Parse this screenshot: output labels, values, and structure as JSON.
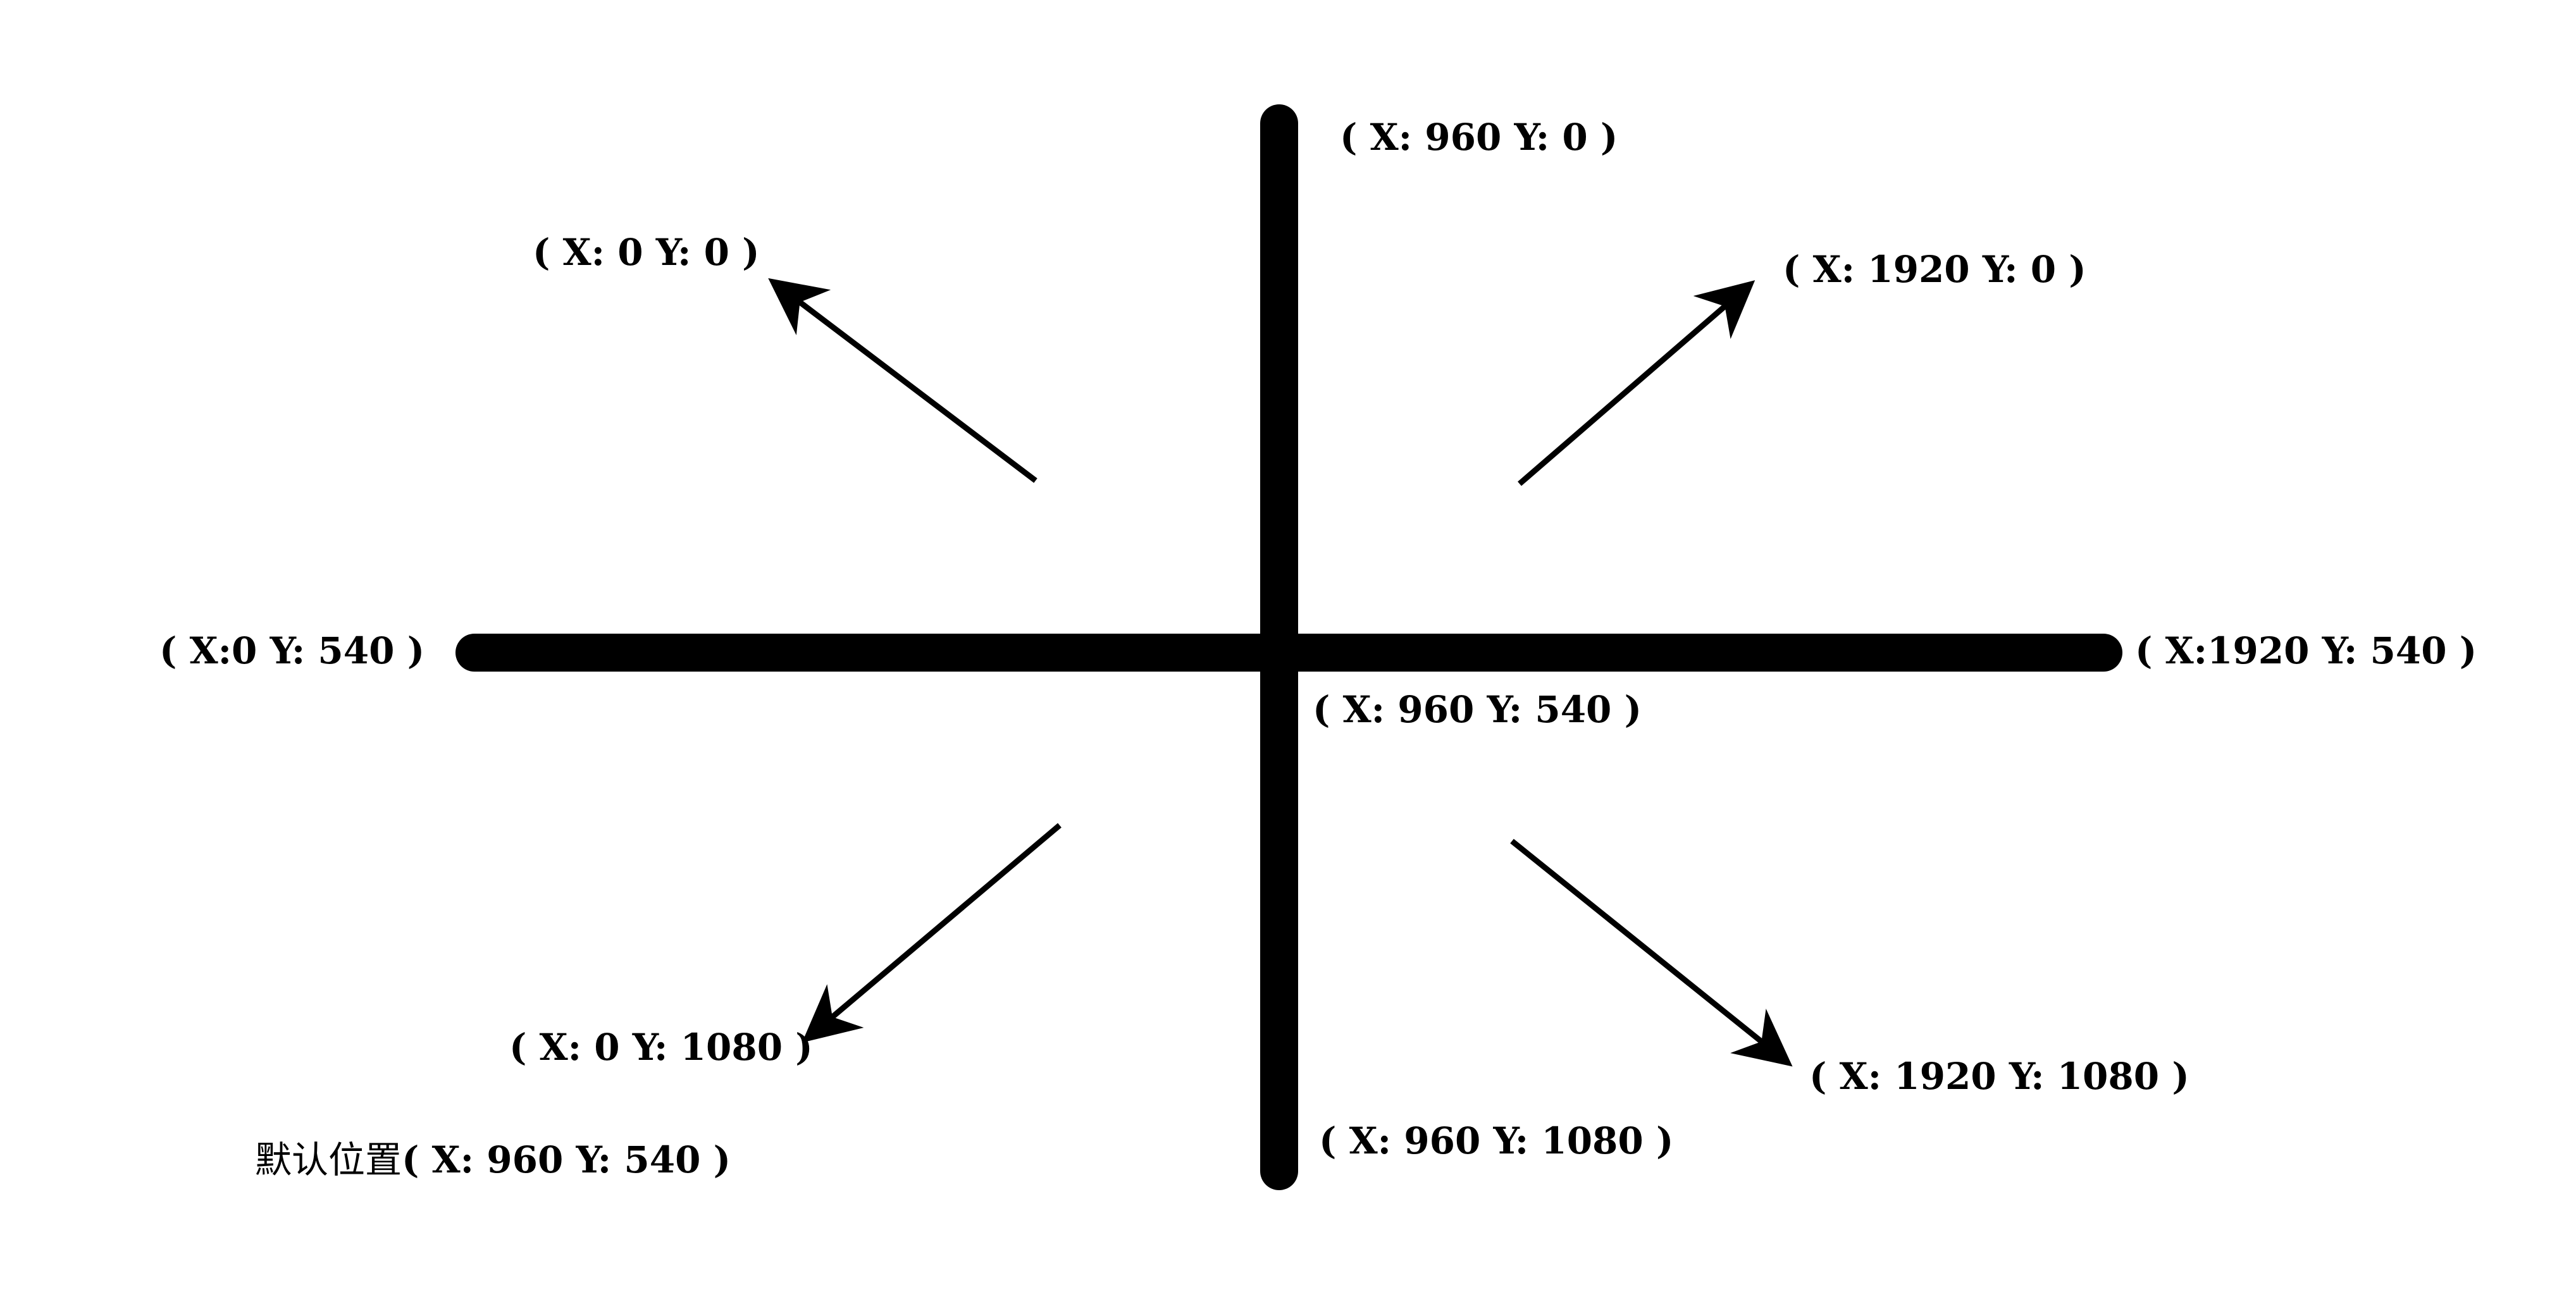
{
  "labels": {
    "top_center": "( X: 960 Y: 0 )",
    "top_left": "( X: 0 Y: 0 )",
    "top_right": "( X: 1920 Y: 0 )",
    "middle_left": "( X:0 Y: 540 )",
    "middle_right": "( X:1920 Y: 540 )",
    "center": "( X: 960 Y: 540 )",
    "bottom_left": "( X: 0 Y: 1080 )",
    "bottom_right": "( X: 1920 Y: 1080 )",
    "bottom_center": "( X: 960 Y: 1080 )"
  },
  "default_position": {
    "text": "默认位置",
    "value": "( X: 960 Y: 540 )"
  },
  "colors": {
    "stroke": "#000000",
    "background": "#ffffff"
  }
}
